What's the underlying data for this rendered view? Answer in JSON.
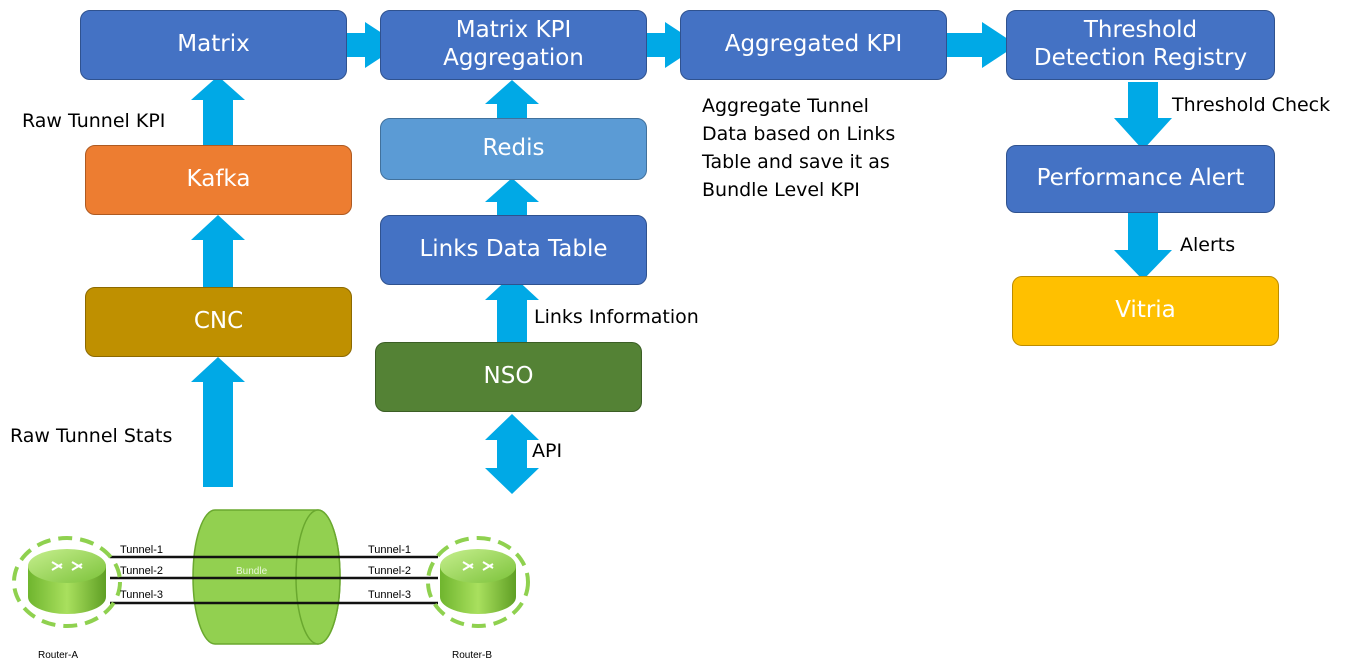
{
  "boxes": {
    "matrix": "Matrix",
    "matrix_kpi_line1": "Matrix KPI",
    "matrix_kpi_line2": "Aggregation",
    "aggregated_kpi": "Aggregated KPI",
    "threshold_line1": "Threshold",
    "threshold_line2": "Detection Registry",
    "kafka": "Kafka",
    "redis": "Redis",
    "links_table": "Links Data Table",
    "performance_alert": "Performance Alert",
    "cnc": "CNC",
    "nso": "NSO",
    "vitria": "Vitria"
  },
  "labels": {
    "raw_tunnel_kpi": "Raw Tunnel KPI",
    "raw_tunnel_stats": "Raw Tunnel Stats",
    "aggregate_line1": "Aggregate Tunnel",
    "aggregate_line2": "Data based on Links",
    "aggregate_line3": "Table and save it as",
    "aggregate_line4": "Bundle Level KPI",
    "threshold_check": "Threshold Check",
    "alerts": "Alerts",
    "links_information": "Links Information",
    "api": "API"
  },
  "network": {
    "bundle": "Bundle",
    "tunnel_1_left": "Tunnel-1",
    "tunnel_2_left": "Tunnel-2",
    "tunnel_3_left": "Tunnel-3",
    "tunnel_1_right": "Tunnel-1",
    "tunnel_2_right": "Tunnel-2",
    "tunnel_3_right": "Tunnel-3",
    "router_a": "Router-A",
    "router_b": "Router-B"
  },
  "colors": {
    "arrow": "#00a9e6",
    "box_blue": "#4472c4",
    "box_light_blue": "#5b9bd5",
    "kafka": "#ed7d31",
    "cnc": "#bf9000",
    "nso": "#548235",
    "vitria": "#ffc000",
    "router_green": "#8fd14f"
  }
}
